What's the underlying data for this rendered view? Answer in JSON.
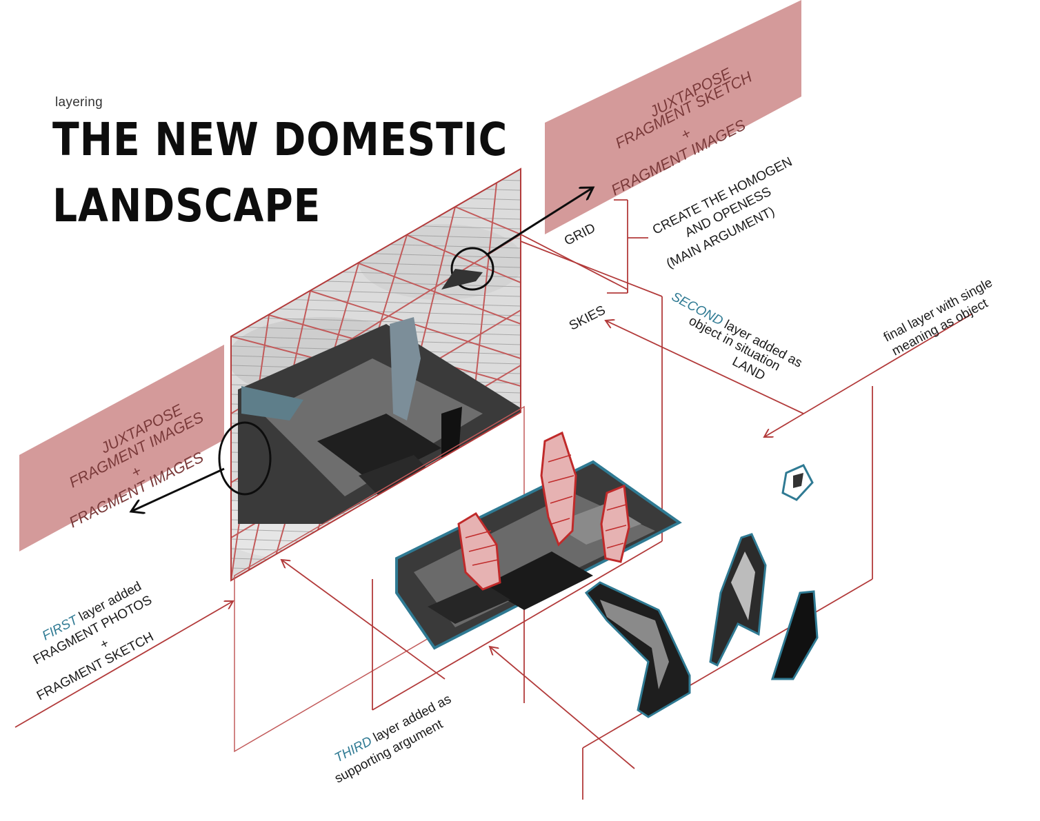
{
  "header": {
    "kicker": "layering",
    "title_line1": "THE NEW DOMESTIC",
    "title_line2": "LANDSCAPE"
  },
  "panel_top_right": {
    "line1": "JUXTAPOSE",
    "line2": "FRAGMENT SKETCH",
    "line3": "+",
    "line4": "FRAGMENT IMAGES"
  },
  "panel_left": {
    "line1": "JUXTAPOSE",
    "line2": "FRAGMENT IMAGES",
    "line3": "+",
    "line4": "FRAGMENT IMAGES"
  },
  "annotations": {
    "grid": "GRID",
    "skies": "SKIES",
    "main_argument_1": "CREATE THE HOMOGEN",
    "main_argument_2": "AND OPENESS",
    "main_argument_3": "(MAIN ARGUMENT)",
    "second_keyword": "SECOND",
    "second_rest": " layer added as",
    "second_line2": "object in situation",
    "second_line3": "LAND",
    "final_line1": "final layer with single",
    "final_line2": "meaning as object",
    "first_keyword": "FIRST",
    "first_rest": " layer added",
    "first_line2": "FRAGMENT PHOTOS",
    "first_line3": "+",
    "first_line4": "FRAGMENT SKETCH",
    "third_keyword": "THIRD",
    "third_rest": " layer added as",
    "third_line2": "supporting argument"
  },
  "colors": {
    "panel_pink": "#d49a9a",
    "line_red": "#b23a3a",
    "accent_blue": "#2f7a93",
    "ink": "#0d0d0d"
  }
}
